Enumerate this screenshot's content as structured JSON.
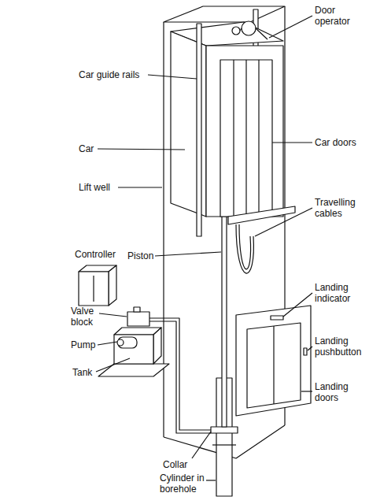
{
  "diagram": {
    "labels": [
      "Car guide rails",
      "Car",
      "Lift well",
      "Controller",
      "Piston",
      "Valve block",
      "Pump",
      "Tank",
      "Collar",
      "Cylinder in borehole",
      "Door operator",
      "Car doors",
      "Travelling cables",
      "Landing indicator",
      "Landing pushbutton",
      "Landing doors"
    ]
  }
}
